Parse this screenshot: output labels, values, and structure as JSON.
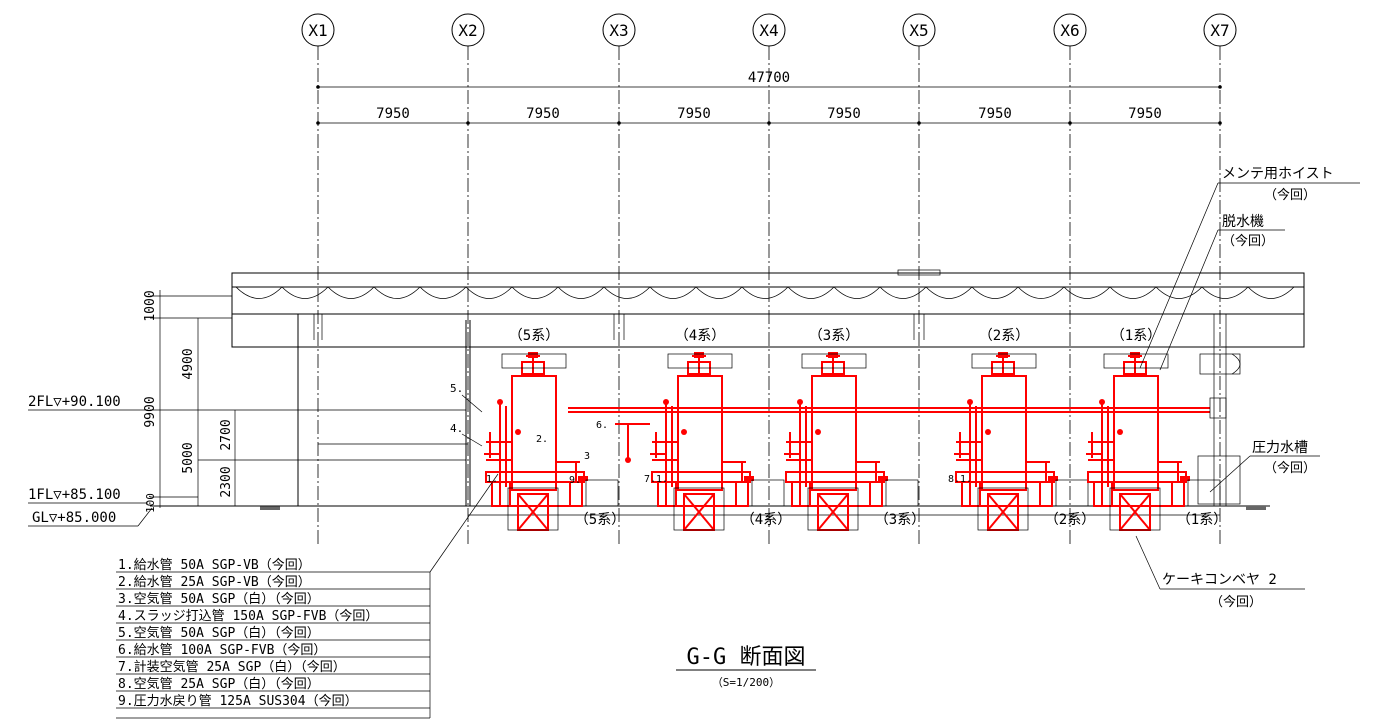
{
  "grid_axes": [
    "X1",
    "X2",
    "X3",
    "X4",
    "X5",
    "X6",
    "X7"
  ],
  "dimensions": {
    "overall": "47700",
    "spans": [
      "7950",
      "7950",
      "7950",
      "7950",
      "7950",
      "7950"
    ],
    "vertical": [
      "1000",
      "4900",
      "9900",
      "5000",
      "2700",
      "2300",
      "100"
    ]
  },
  "levels": {
    "fl2": "2FL▽+90.100",
    "fl1": "1FL▽+85.100",
    "gl": "GL▽+85.000"
  },
  "systems_top": [
    "（5系）",
    "（4系）",
    "（3系）",
    "（2系）",
    "（1系）"
  ],
  "systems_bottom": [
    "（5系）",
    "（4系）",
    "（3系）",
    "（2系）",
    "（1系）"
  ],
  "pipe_tags": {
    "n1": "1.",
    "n2": "2.",
    "n3": "3",
    "n4": "4.",
    "n5": "5.",
    "n6": "6.",
    "n71": "7.1.",
    "n81": "8.1.",
    "n9": "9."
  },
  "callouts": {
    "hoist": "メンテ用ホイスト",
    "hoist_status": "（今回）",
    "dewater": "脱水機",
    "dewater_status": "（今回）",
    "tank": "圧力水槽",
    "tank_status": "（今回）",
    "conveyor": "ケーキコンベヤ 2",
    "conveyor_status": "（今回）"
  },
  "legend": [
    "1.給水管 50A SGP-VB（今回）",
    "2.給水管 25A SGP-VB（今回）",
    "3.空気管 50A SGP（白）（今回）",
    "4.スラッジ打込管 150A SGP-FVB（今回）",
    "5.空気管 50A SGP（白）（今回）",
    "6.給水管 100A SGP-FVB（今回）",
    "7.計装空気管 25A SGP（白）（今回）",
    "8.空気管 25A SGP（白）（今回）",
    "9.圧力水戻り管 125A SUS304（今回）"
  ],
  "title": {
    "main": "G-G 断面図",
    "scale": "（S=1/200）"
  },
  "colors": {
    "new_work": "#ff0000",
    "existing": "#000000"
  }
}
